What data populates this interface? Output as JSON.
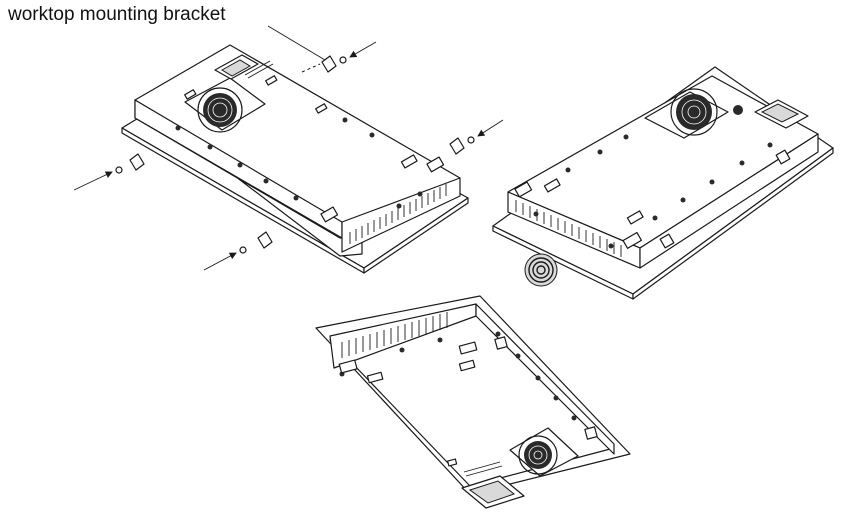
{
  "labels": {
    "bracket_label": "worktop mounting bracket"
  },
  "views": [
    {
      "id": "hob-underside-view-1",
      "icon": "hob-underside"
    },
    {
      "id": "hob-underside-view-2",
      "icon": "hob-underside"
    },
    {
      "id": "hob-underside-view-3",
      "icon": "hob-underside"
    }
  ],
  "colors": {
    "line": "#1a1a1a",
    "background": "#ffffff"
  }
}
